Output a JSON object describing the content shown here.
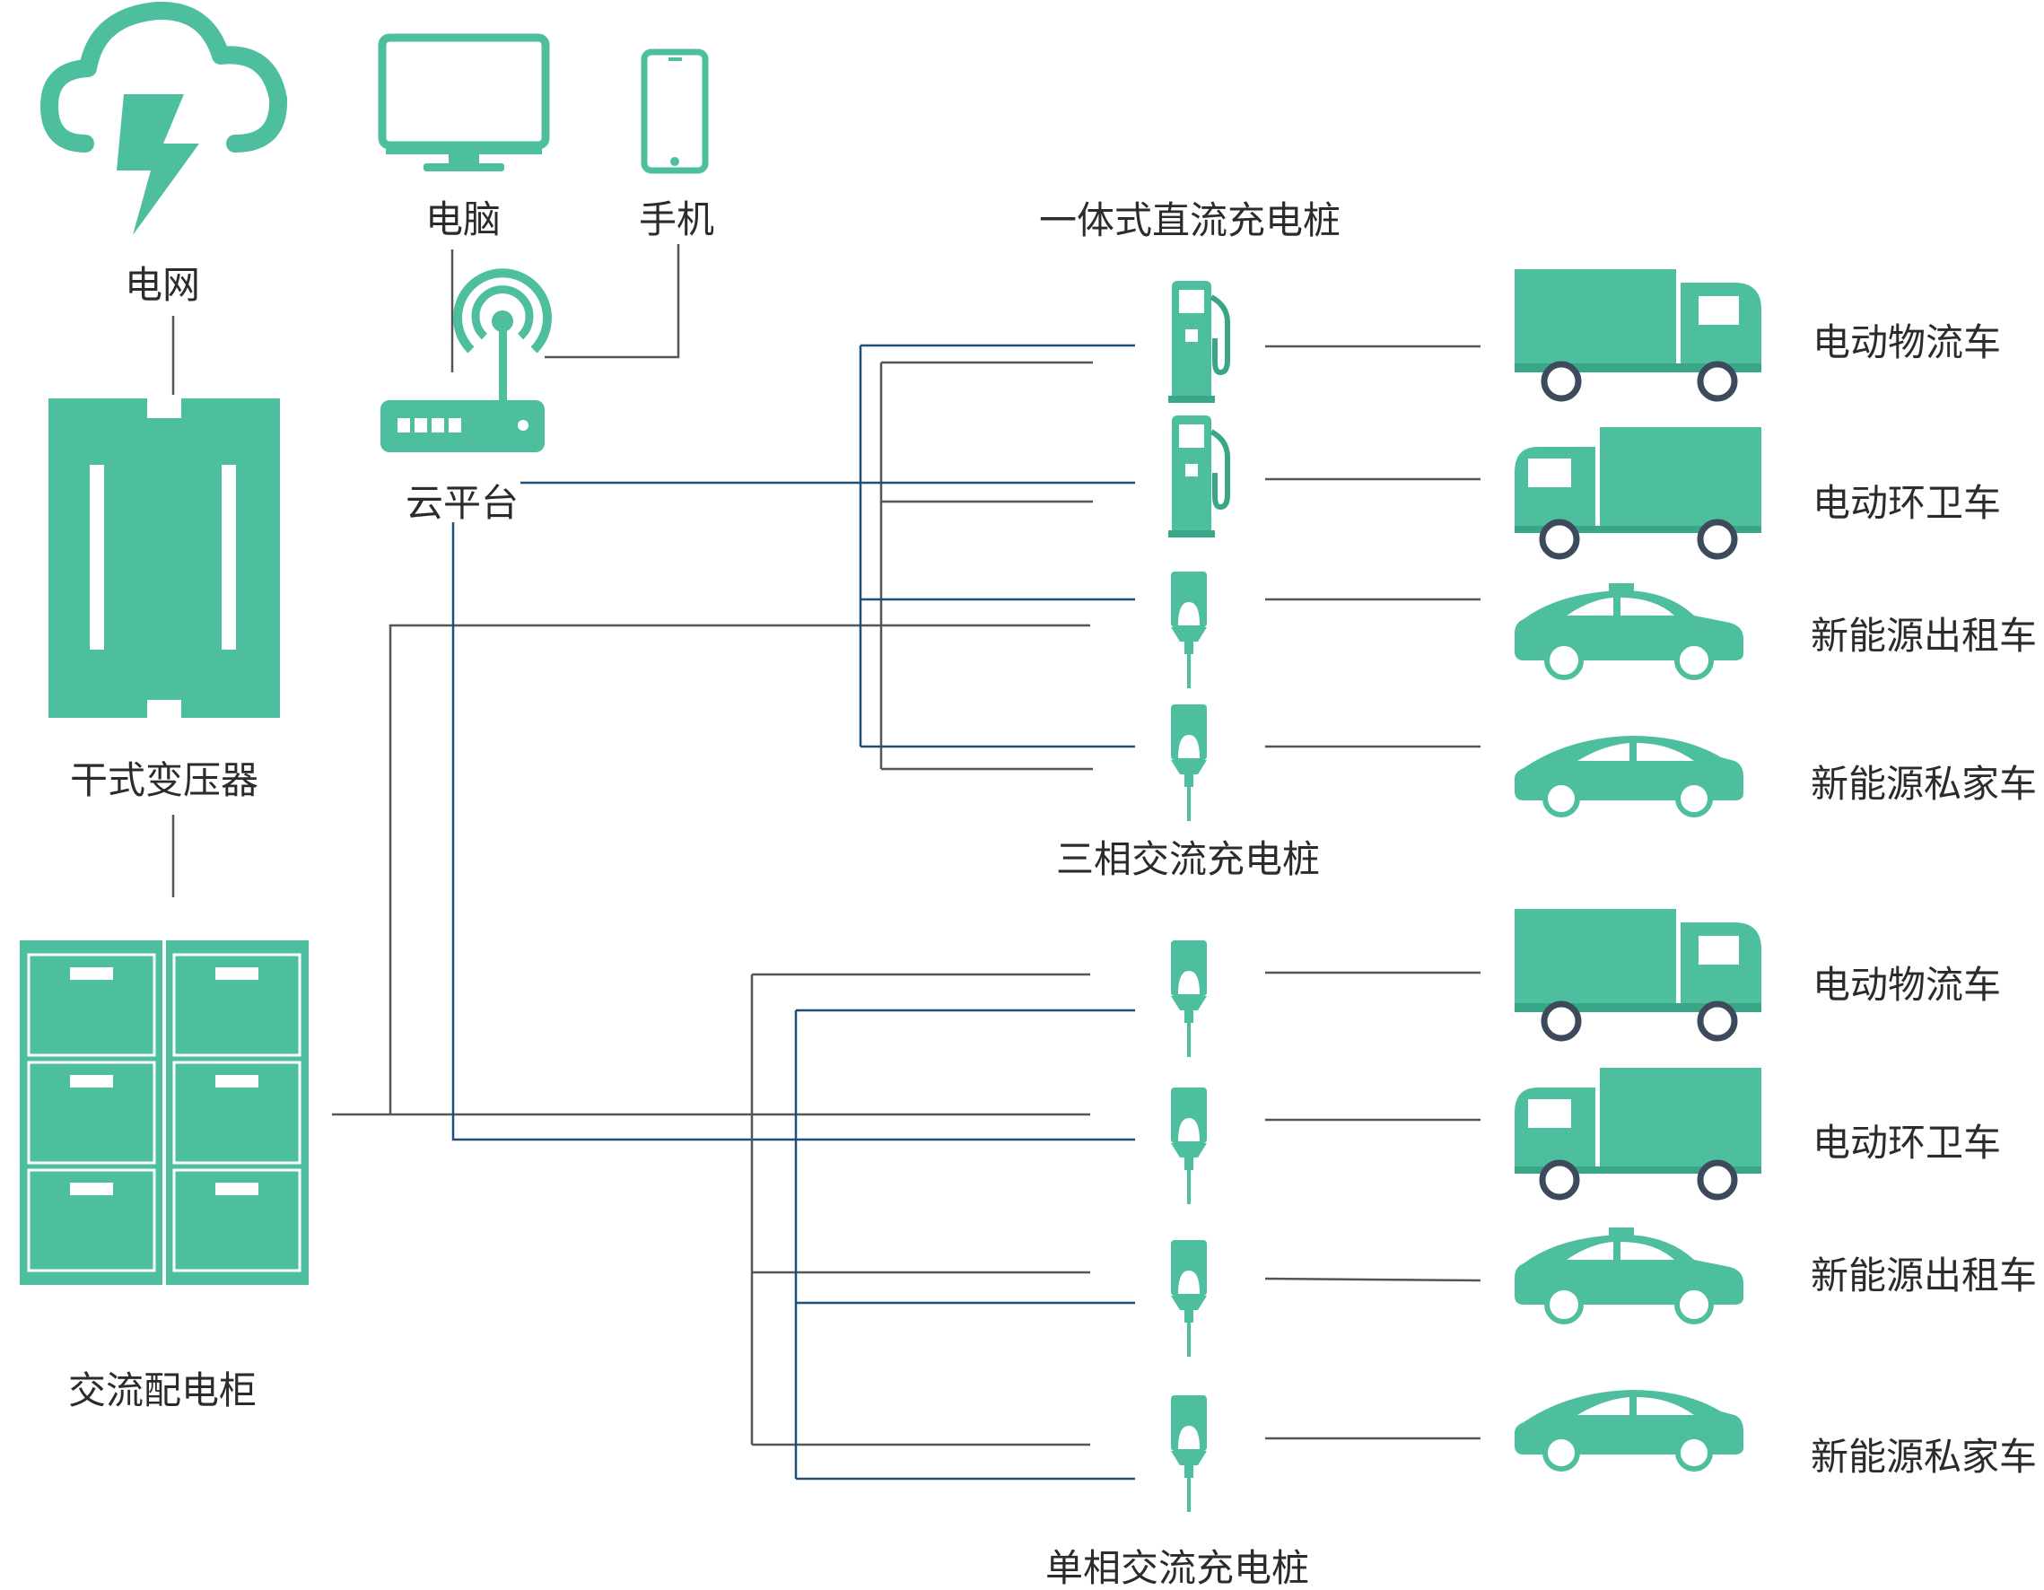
{
  "colors": {
    "accent": "#4dbf9e",
    "accent_dark": "#3aa688",
    "line_dark": "#1f4e79",
    "line_gray": "#555555",
    "wheel": "#3d4a5c"
  },
  "labels": {
    "grid": "电网",
    "computer": "电脑",
    "phone": "手机",
    "cloud": "云平台",
    "transformer": "干式变压器",
    "ac_cabinet": "交流配电柜",
    "dc_pile": "一体式直流充电桩",
    "three_phase_pile": "三相交流充电桩",
    "single_phase_pile": "单相交流充电桩"
  },
  "vehicles_top": [
    "电动物流车",
    "电动环卫车",
    "新能源出租车",
    "新能源私家车"
  ],
  "vehicles_bottom": [
    "电动物流车",
    "电动环卫车",
    "新能源出租车",
    "新能源私家车"
  ],
  "icons": {
    "grid": "cloud-lightning-icon",
    "computer": "monitor-icon",
    "phone": "smartphone-icon",
    "cloud": "wifi-router-icon",
    "transformer": "transformer-icon",
    "cabinet": "cabinet-icon",
    "dc_charger": "dc-charger-icon",
    "ac_charger": "ac-charger-icon",
    "truck": "box-truck-icon",
    "sanitation": "sanitation-truck-icon",
    "taxi": "taxi-icon",
    "car": "car-icon"
  }
}
